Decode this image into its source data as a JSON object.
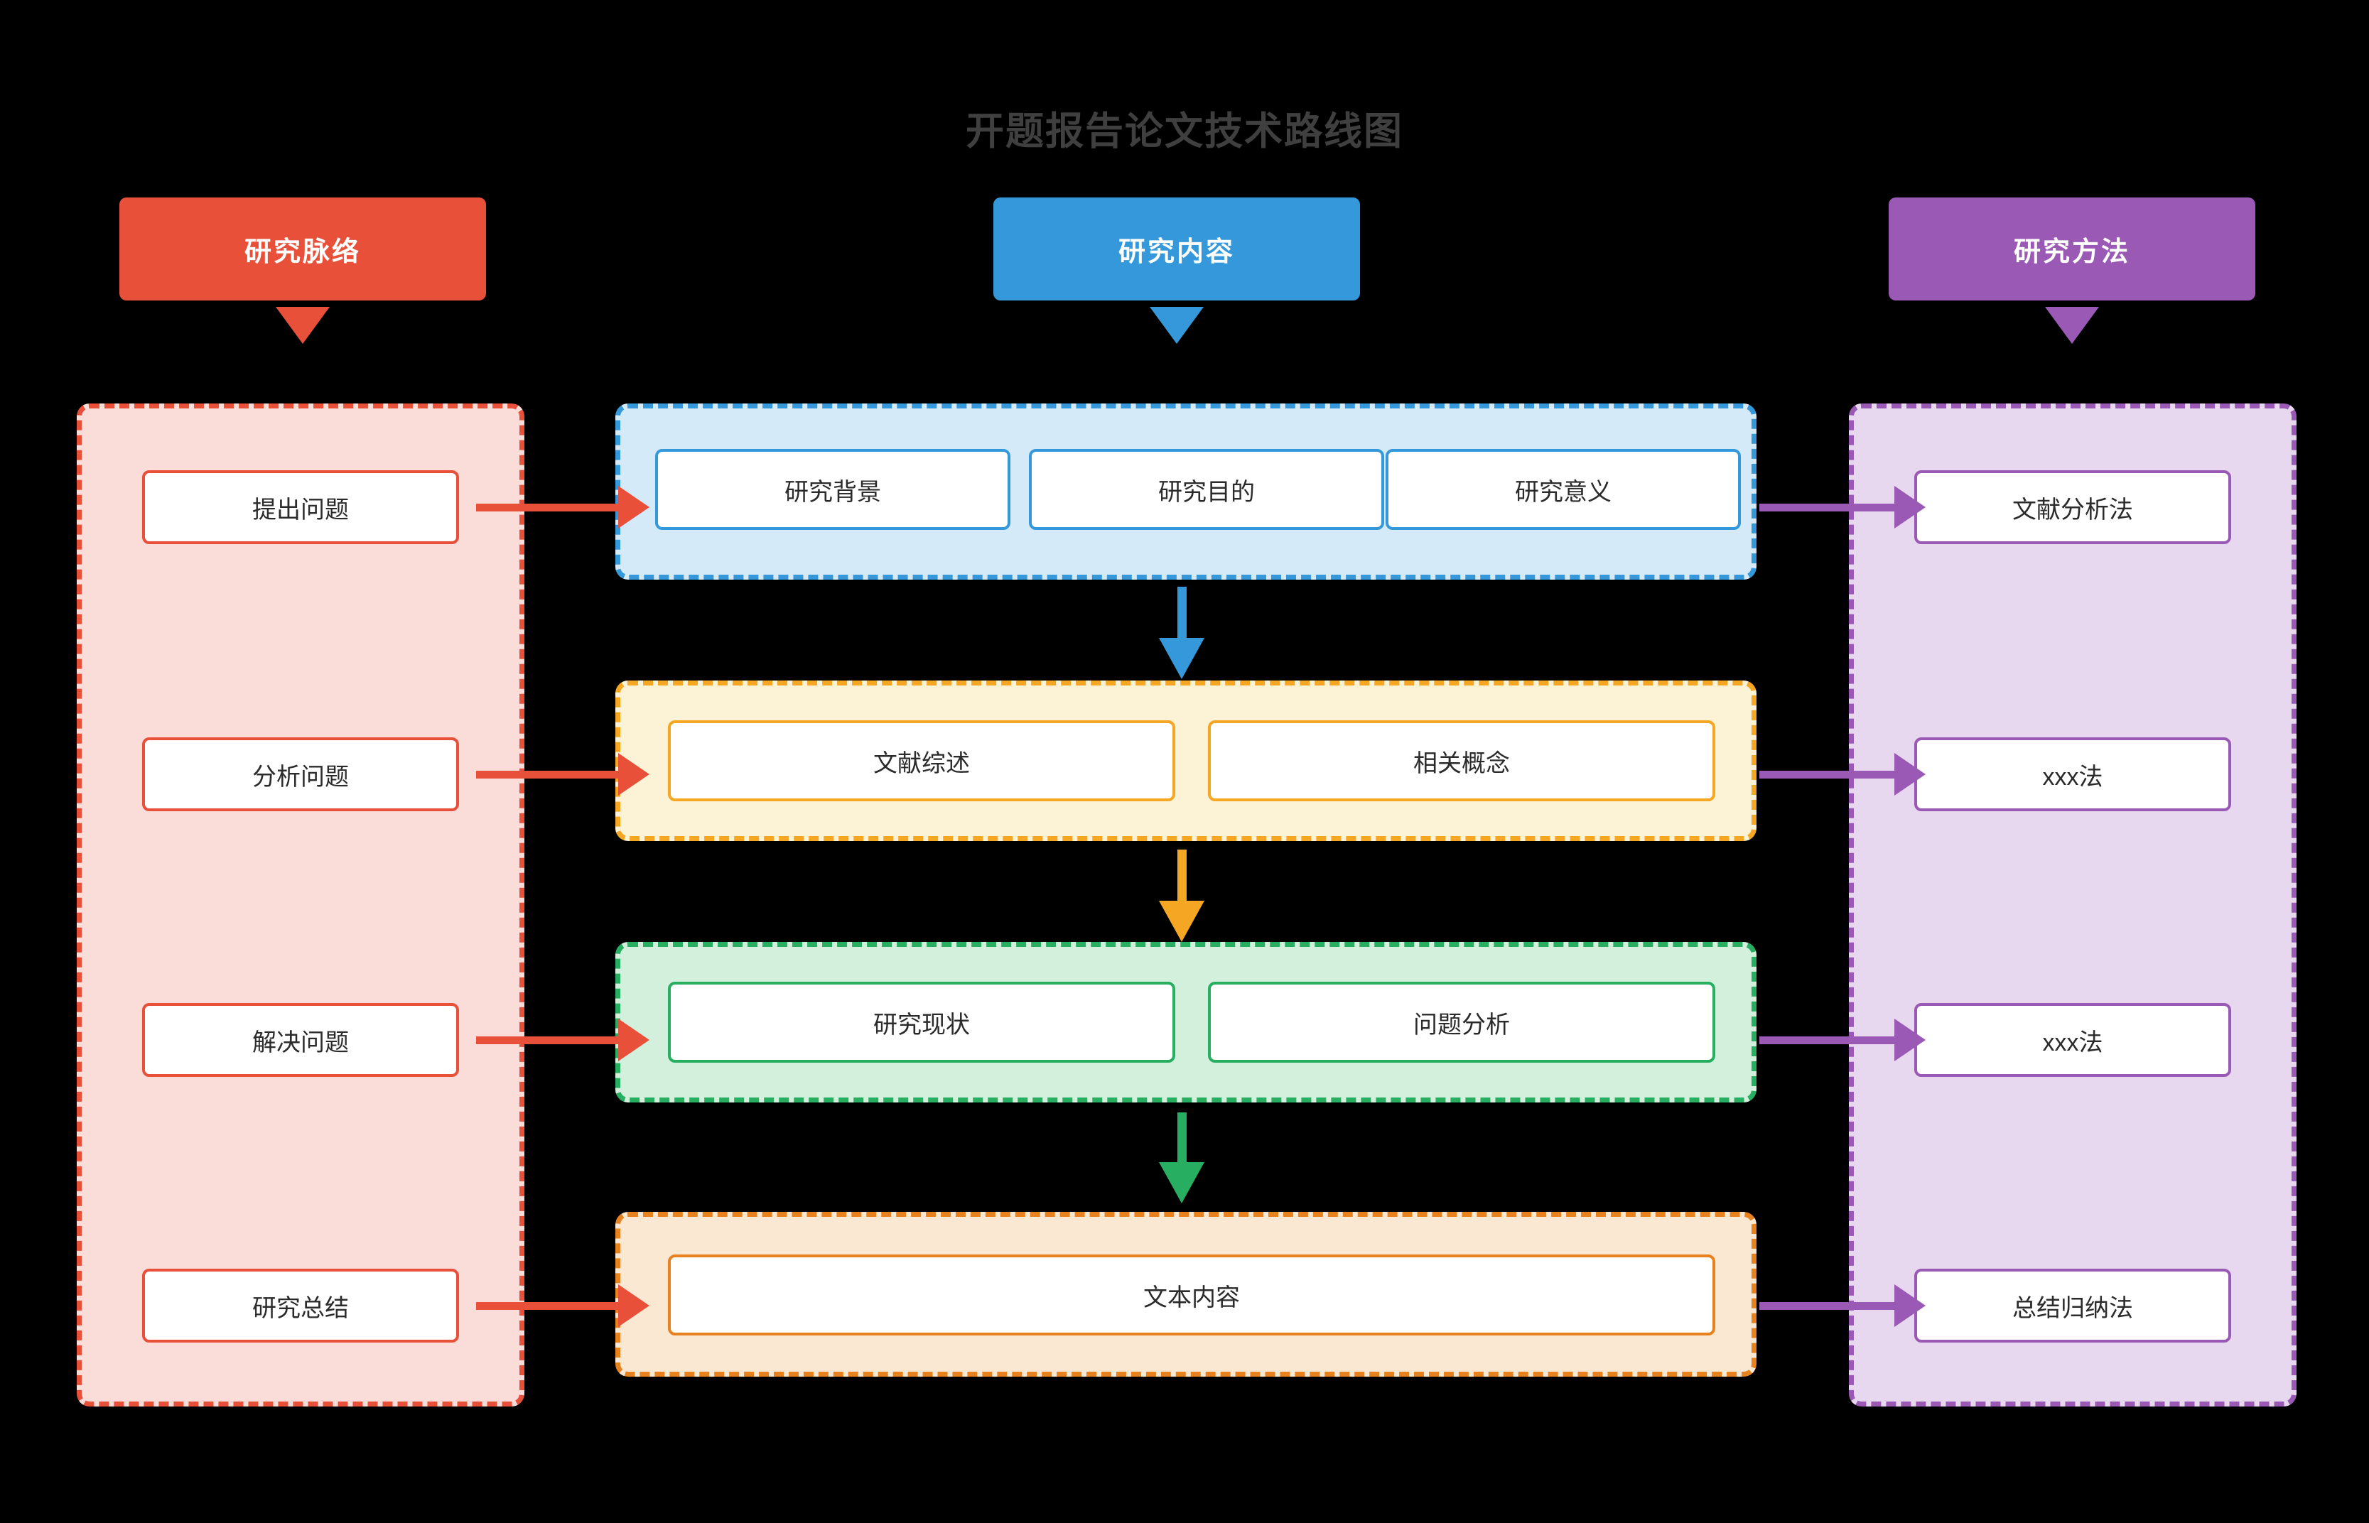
{
  "title": "开题报告论文技术路线图",
  "colors": {
    "red": "#e8503a",
    "blue": "#3498db",
    "purple": "#9b59b6",
    "yellow": "#f5a623",
    "green": "#27ae60",
    "orange": "#e8821e",
    "title_text": "#3f3f3f",
    "node_text": "#2b2b2b"
  },
  "headers": [
    {
      "label": "研究脉络",
      "color": "#e8503a"
    },
    {
      "label": "研究内容",
      "color": "#3498db"
    },
    {
      "label": "研究方法",
      "color": "#9b59b6"
    }
  ],
  "left_column": {
    "header": "研究脉络",
    "items": [
      {
        "label": "提出问题"
      },
      {
        "label": "分析问题"
      },
      {
        "label": "解决问题"
      },
      {
        "label": "研究总结"
      }
    ]
  },
  "center_column": {
    "header": "研究内容",
    "rows": [
      {
        "color": "#3498db",
        "items": [
          {
            "label": "研究背景"
          },
          {
            "label": "研究目的"
          },
          {
            "label": "研究意义"
          }
        ]
      },
      {
        "color": "#f5a623",
        "items": [
          {
            "label": "文献综述"
          },
          {
            "label": "相关概念"
          }
        ]
      },
      {
        "color": "#27ae60",
        "items": [
          {
            "label": "研究现状"
          },
          {
            "label": "问题分析"
          }
        ]
      },
      {
        "color": "#e8821e",
        "items": [
          {
            "label": "文本内容"
          }
        ]
      }
    ]
  },
  "right_column": {
    "header": "研究方法",
    "items": [
      {
        "label": "文献分析法"
      },
      {
        "label": "xxx法"
      },
      {
        "label": "xxx法"
      },
      {
        "label": "总结归纳法"
      }
    ]
  }
}
